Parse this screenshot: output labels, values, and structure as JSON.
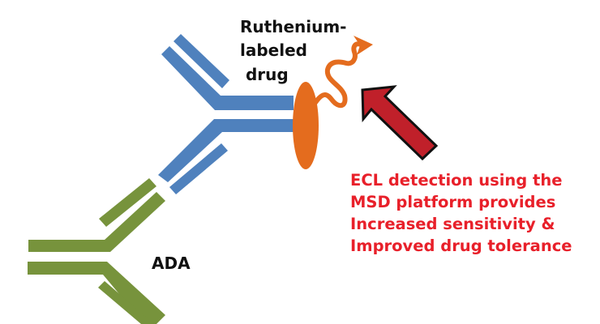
{
  "labels": {
    "drug_label": [
      "Ruthenium-",
      "labeled",
      " drug"
    ],
    "ada_label": "ADA",
    "callout_lines": [
      "ECL detection using the",
      "MSD platform provides",
      "Increased sensitivity &",
      "Improved drug tolerance"
    ]
  },
  "elements": {
    "drug_antibody": "Drug antibody",
    "ada_antibody": "Anti-drug antibody (ADA)",
    "ruthenium_label": "Ruthenium label",
    "ecl_emission": "ECL light emission",
    "detection_arrow": "Detection arrow"
  },
  "colors": {
    "drug_antibody": "#4F81BD",
    "ada_antibody": "#77933C",
    "ruthenium_label": "#E46C1E",
    "emission": "#E46C1E",
    "arrow_fill": "#C0202A",
    "arrow_stroke": "#111111",
    "callout_text": "#E8202A",
    "label_text": "#111111"
  }
}
